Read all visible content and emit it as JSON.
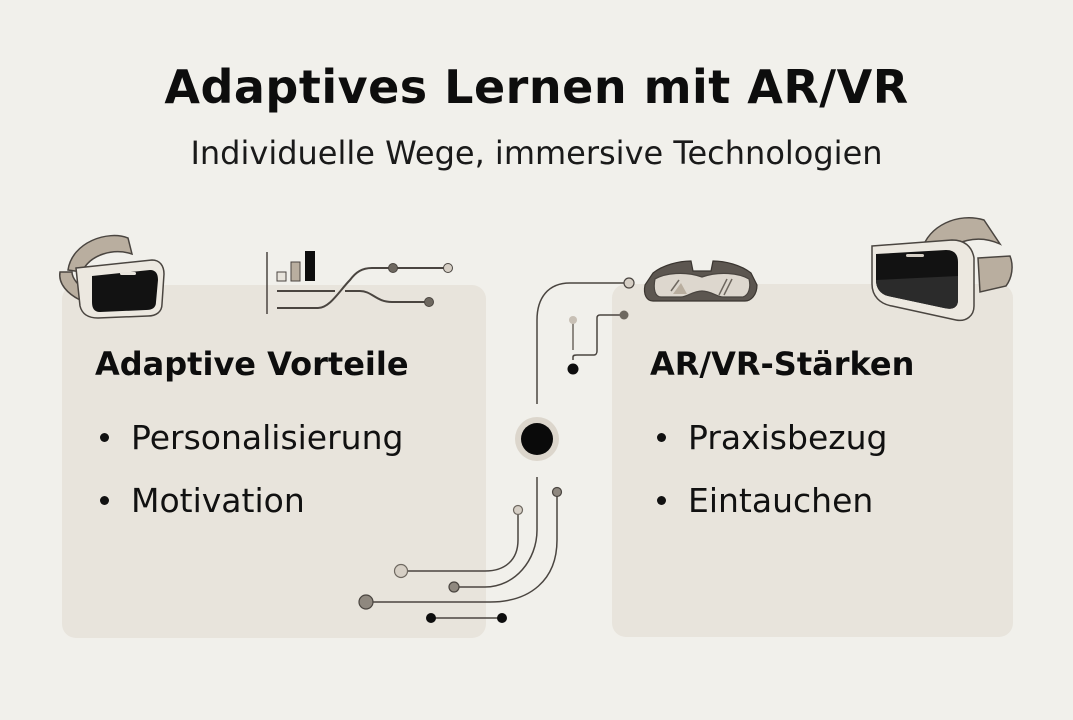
{
  "header": {
    "title": "Adaptives Lernen mit AR/VR",
    "subtitle": "Individuelle Wege, immersive Technologien"
  },
  "panels": [
    {
      "title": "Adaptive Vorteile",
      "items": [
        "Personalisierung",
        "Motivation"
      ],
      "icons": [
        "vr-headset-icon",
        "bar-chart-icon",
        "path-network-icon"
      ]
    },
    {
      "title": "AR/VR-Stärken",
      "items": [
        "Praxisbezug",
        "Eintauchen"
      ],
      "icons": [
        "ar-goggles-icon",
        "vr-headset-icon"
      ]
    }
  ],
  "center": {
    "icon": "central-hub-node-icon"
  },
  "colors": {
    "background": "#f1f0eb",
    "panel": "#e8e4dc",
    "text": "#111111",
    "line": "#4a4540",
    "node_dark": "#6e6860",
    "node_light": "#c8c0b5",
    "headset_shell": "#ece8e0",
    "headset_strap": "#b9ae9f",
    "lens": "#121212"
  }
}
